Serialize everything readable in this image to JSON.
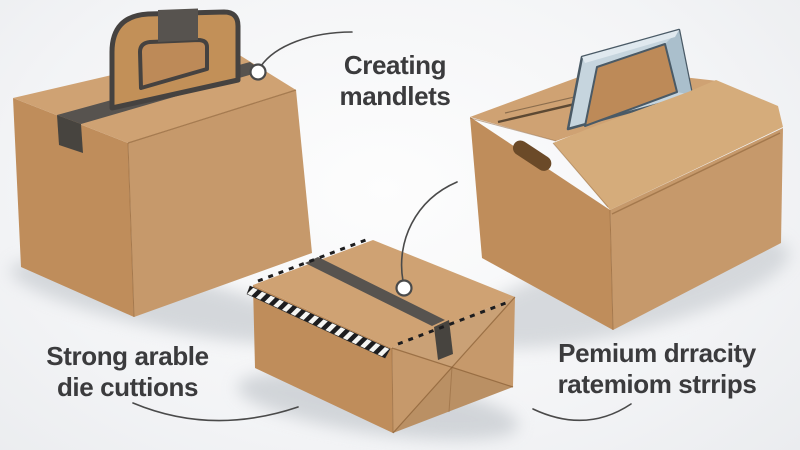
{
  "scene": {
    "description": "Three kraft cardboard packaging boxes on a light studio background with three callout feature labels"
  },
  "labels": {
    "top": {
      "text": "Creating\nmandlets"
    },
    "bottom_left": {
      "text": "Strong arable\ndie cuttions"
    },
    "bottom_right": {
      "text": "Pemium drracity\nratemiom strrips"
    }
  },
  "illustration": {
    "left_box": "kraft box with built-in cardboard carry handle and gray tape strip",
    "middle_box": "kraft box with gray tape strip, striped edge trim and envelope-fold end",
    "right_box": "kraft box with open lid flaps and a metal carry handle, hand-hole cutout on side"
  },
  "colors": {
    "text": "#3b3b3d",
    "background_center": "#fdfdfd",
    "background_mid": "#f3f4f6",
    "background_edge": "#e8eaed",
    "cardboard_front": "#c6996b",
    "cardboard_side": "#bf8d5b",
    "cardboard_top": "#cfa273",
    "cardboard_top_light": "#d5ac7b",
    "cardboard_inner": "#c29058",
    "cardboard_hole": "#bd8a58",
    "edge_line": "#8a5f35",
    "tape": "#57534f",
    "tape_dark": "#47443f",
    "handle_gray": "#454240",
    "steel_light": "#c6d5de",
    "steel_mid": "#aabfcc",
    "steel_highlight": "#e0e9ef",
    "steel_dark": "#4a5a66",
    "callout_line": "#4a4a4a",
    "dot_fill": "#ffffff",
    "shadow": "#c9cdd2",
    "stripe_black": "#1d1d1f",
    "stripe_white": "#f5f5f2",
    "hole_dark": "#6b4a28"
  }
}
